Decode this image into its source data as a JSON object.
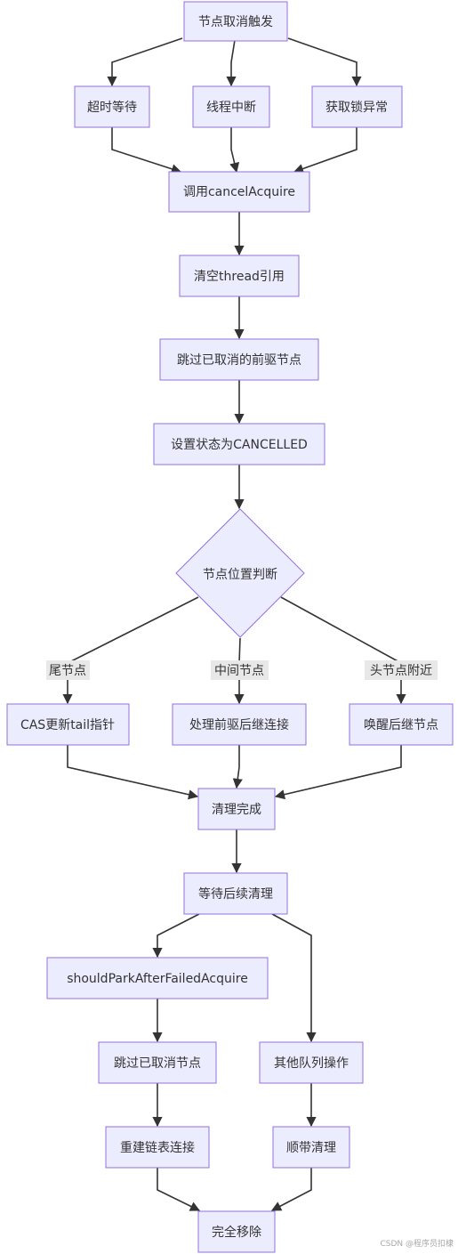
{
  "diagram": {
    "nodes": {
      "trigger": "节点取消触发",
      "timeout": "超时等待",
      "interrupt": "线程中断",
      "acquire_error": "获取锁异常",
      "call_cancel": "调用cancelAcquire",
      "clear_thread": "清空thread引用",
      "skip_pred": "跳过已取消的前驱节点",
      "set_status": "设置状态为CANCELLED",
      "decision": "节点位置判断",
      "cas_tail": "CAS更新tail指针",
      "link_pred": "处理前驱后继连接",
      "wake_succ": "唤醒后继节点",
      "cleanup_done": "清理完成",
      "await_cleanup": "等待后续清理",
      "should_park": "shouldParkAfterFailedAcquire",
      "skip_cancelled": "跳过已取消节点",
      "other_ops": "其他队列操作",
      "rebuild_links": "重建链表连接",
      "incidental_clean": "顺带清理",
      "removed": "完全移除"
    },
    "edge_labels": {
      "tail": "尾节点",
      "middle": "中间节点",
      "near_head": "头节点附近"
    }
  },
  "watermark": "CSDN @程序员扣棣"
}
